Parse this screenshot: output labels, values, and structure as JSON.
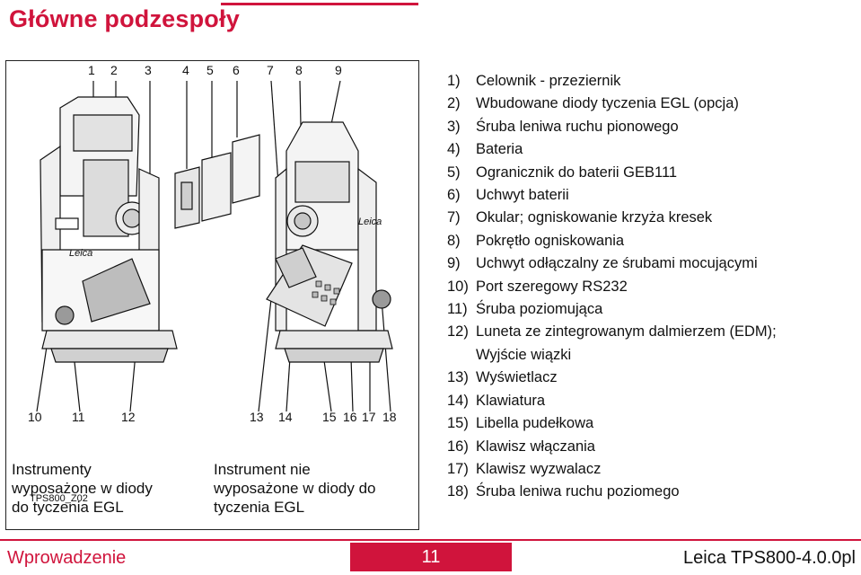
{
  "page_title": "Główne podzespoły",
  "figure": {
    "top_numbers": [
      "1",
      "2",
      "3",
      "4",
      "5",
      "6",
      "7",
      "8",
      "9"
    ],
    "bottom_numbers": [
      "10",
      "11",
      "12",
      "13",
      "14",
      "15",
      "16",
      "17",
      "18"
    ],
    "figure_id": "TPS800_Z02",
    "caption_left": [
      "Instrumenty",
      "wyposażone w diody",
      "do tyczenia EGL"
    ],
    "caption_right": [
      "Instrument nie",
      "wyposażone w diody do",
      "tyczenia EGL"
    ],
    "brand_text": "Leica"
  },
  "legend": [
    {
      "num": "1)",
      "text": "Celownik - przeziernik"
    },
    {
      "num": "2)",
      "text": "Wbudowane diody tyczenia EGL (opcja)"
    },
    {
      "num": "3)",
      "text": "Śruba leniwa ruchu pionowego"
    },
    {
      "num": "4)",
      "text": "Bateria"
    },
    {
      "num": "5)",
      "text": "Ogranicznik do baterii GEB111"
    },
    {
      "num": "6)",
      "text": "Uchwyt baterii"
    },
    {
      "num": "7)",
      "text": "Okular; ogniskowanie krzyża kresek"
    },
    {
      "num": "8)",
      "text": "Pokrętło ogniskowania"
    },
    {
      "num": "9)",
      "text": "Uchwyt odłączalny ze śrubami mocującymi"
    },
    {
      "num": "10)",
      "text": "Port szeregowy RS232"
    },
    {
      "num": "11)",
      "text": "Śruba poziomująca"
    },
    {
      "num": "12)",
      "text": "Luneta ze zintegrowanym dalmierzem (EDM);"
    },
    {
      "num": "",
      "text": "Wyjście wiązki"
    },
    {
      "num": "13)",
      "text": "Wyświetlacz"
    },
    {
      "num": "14)",
      "text": "Klawiatura"
    },
    {
      "num": "15)",
      "text": "Libella pudełkowa"
    },
    {
      "num": "16)",
      "text": "Klawisz włączania"
    },
    {
      "num": "17)",
      "text": "Klawisz wyzwalacz"
    },
    {
      "num": "18)",
      "text": "Śruba leniwa ruchu poziomego"
    }
  ],
  "footer": {
    "section": "Wprowadzenie",
    "page": "11",
    "doc_id": "Leica TPS800-4.0.0pl"
  },
  "colors": {
    "accent": "#d0143c",
    "text": "#111111"
  }
}
